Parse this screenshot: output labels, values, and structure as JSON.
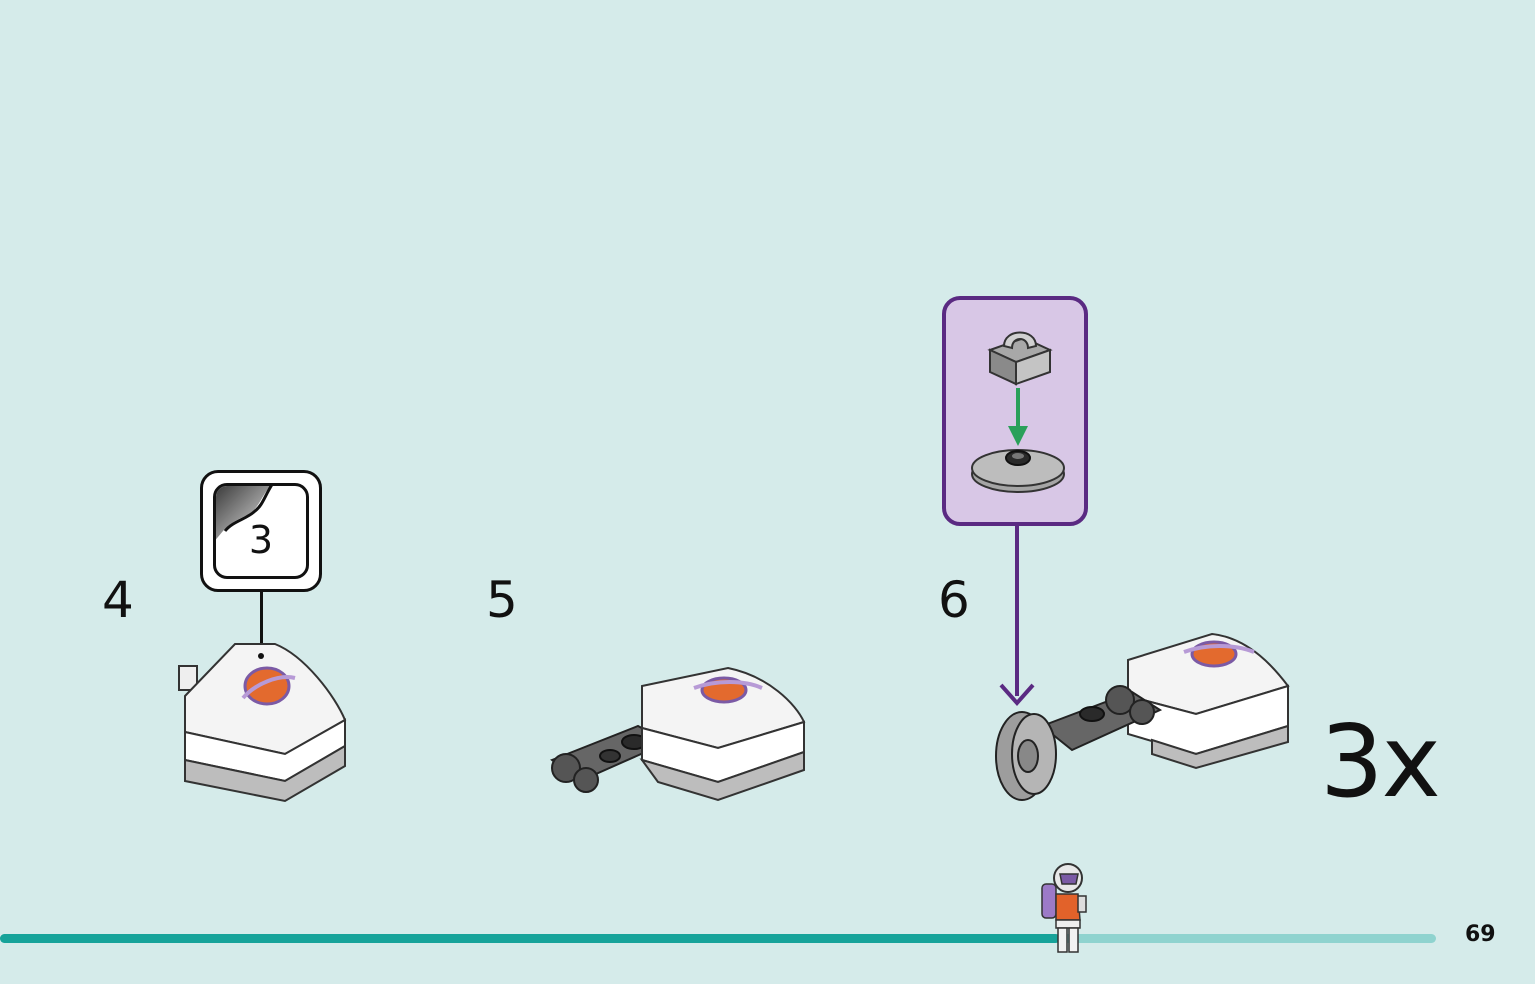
{
  "steps": [
    {
      "number": "4"
    },
    {
      "number": "5"
    },
    {
      "number": "6"
    }
  ],
  "sticker": {
    "label": "3"
  },
  "multiplier": {
    "label": "3x"
  },
  "page": {
    "number": "69",
    "progress": 0.69
  },
  "colors": {
    "background": "#d5ebea",
    "progress_fill": "#16a39a",
    "progress_track": "#8fd3cf",
    "sub_build_border": "#5a2a82",
    "sub_build_fill": "#d8c7e6",
    "arrow_green": "#2aa05a"
  },
  "icons": [
    "sticker-icon",
    "astronaut-minifigure-icon",
    "placement-arrow-icon"
  ]
}
